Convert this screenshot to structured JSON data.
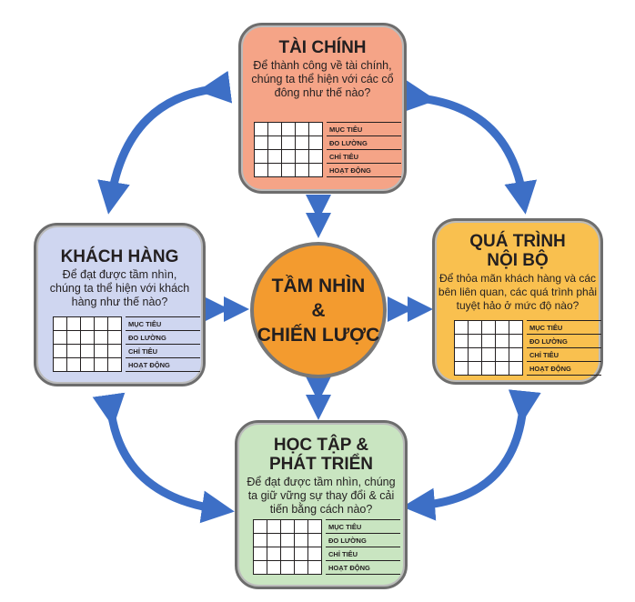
{
  "center": {
    "line1": "TẦM NHÌN",
    "line2": "&",
    "line3": "CHIẾN LƯỢC"
  },
  "grid_labels": [
    "MỤC TIÊU",
    "ĐO LƯỜNG",
    "CHỈ TIÊU",
    "HOẠT ĐỘNG"
  ],
  "boxes": {
    "finance": {
      "title": "TÀI CHÍNH",
      "question": "Để thành công về tài chính, chúng ta thể hiện với các cổ đông như thế nào?",
      "color": "#f5a487"
    },
    "customer": {
      "title": "KHÁCH HÀNG",
      "question": "Để đạt được tầm nhìn, chúng ta thể hiện với khách hàng như thế nào?",
      "color": "#cfd6f0"
    },
    "internal": {
      "title": "QUÁ TRÌNH NỘI BỘ",
      "question": "Để thỏa mãn khách hàng và các bên liên quan, các quá trình phải tuyệt hảo ở mức độ nào?",
      "color": "#f9c04f"
    },
    "learning": {
      "title": "HỌC TẬP & PHÁT TRIỂN",
      "question": "Để đạt được tầm nhìn, chúng ta giữ vững sự thay đổi & cải tiến bằng cách nào?",
      "color": "#c9e5c1"
    }
  },
  "colors": {
    "arrow": "#3d6fc6"
  }
}
